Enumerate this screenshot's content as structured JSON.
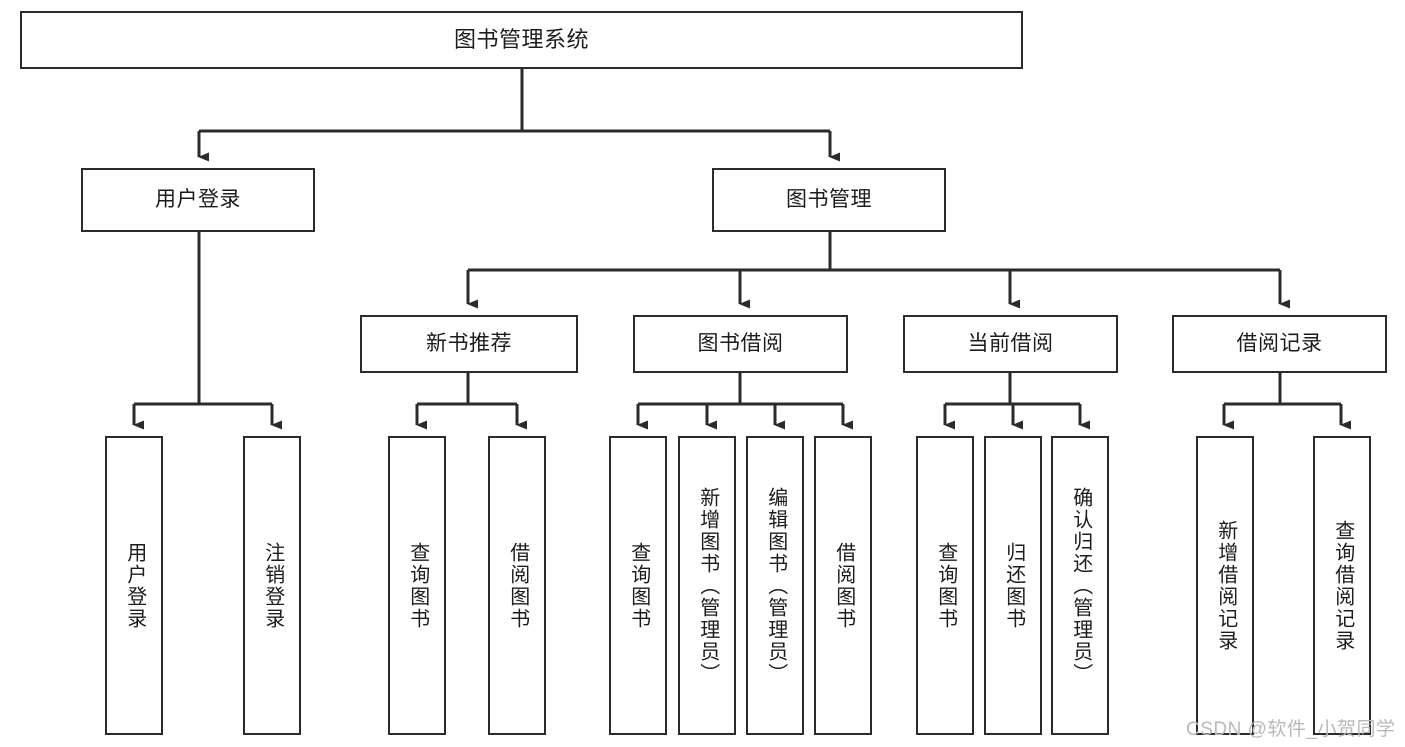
{
  "diagram": {
    "title": "图书管理系统",
    "watermark": "CSDN @软件_小贺同学",
    "line_color": "#2b2b2b",
    "box_fill": "#ffffff",
    "text_color": "#1c1c1c",
    "root": {
      "label": "图书管理系统"
    },
    "level2": [
      {
        "label": "用户登录"
      },
      {
        "label": "图书管理"
      }
    ],
    "level3": [
      {
        "label": "新书推荐"
      },
      {
        "label": "图书借阅"
      },
      {
        "label": "当前借阅"
      },
      {
        "label": "借阅记录"
      }
    ],
    "leaves": {
      "user_login": [
        {
          "label": "用户登录"
        },
        {
          "label": "注销登录"
        }
      ],
      "new_book_recommend": [
        {
          "label": "查询图书"
        },
        {
          "label": "借阅图书"
        }
      ],
      "book_borrow": [
        {
          "label": "查询图书"
        },
        {
          "label": "新增图书（管理员）"
        },
        {
          "label": "编辑图书（管理员）"
        },
        {
          "label": "借阅图书"
        }
      ],
      "current_borrow": [
        {
          "label": "查询图书"
        },
        {
          "label": "归还图书"
        },
        {
          "label": "确认归还（管理员）"
        }
      ],
      "borrow_record": [
        {
          "label": "新增借阅记录"
        },
        {
          "label": "查询借阅记录"
        }
      ]
    }
  }
}
